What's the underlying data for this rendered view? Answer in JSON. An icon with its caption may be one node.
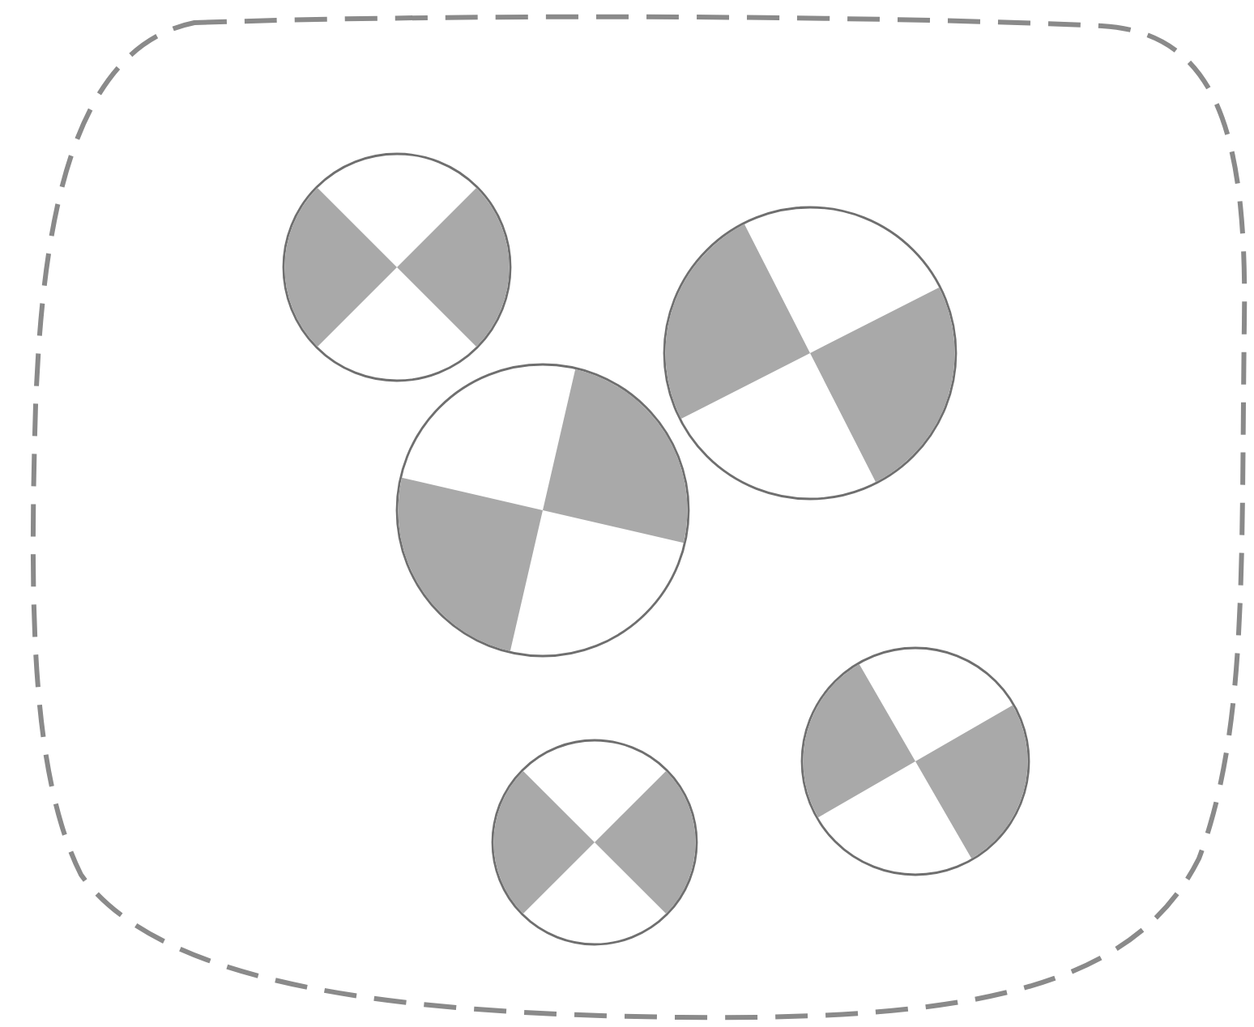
{
  "diagram": {
    "nodes": [
      {
        "text": [],
        "shape": "outline"
      },
      {
        "text": [],
        "shape": "circle",
        "in": 0
      },
      {
        "text": [],
        "shape": "circle",
        "in": 0
      },
      {
        "text": [],
        "shape": "circle",
        "in": 0
      },
      {
        "text": [],
        "shape": "circle",
        "in": 0
      },
      {
        "text": [],
        "shape": "circle",
        "in": 0
      }
    ]
  }
}
